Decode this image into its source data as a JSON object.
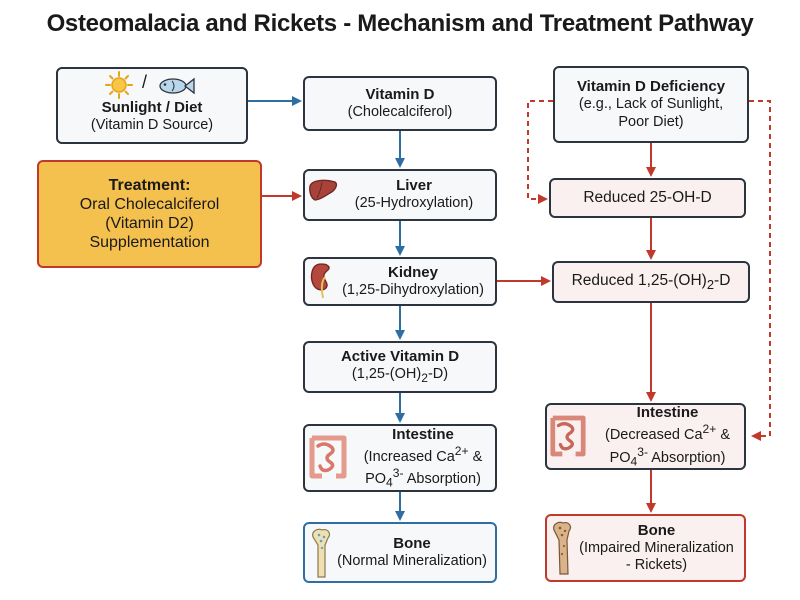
{
  "title": "Osteomalacia and Rickets - Mechanism and Treatment Pathway",
  "nodes": {
    "source": {
      "separator": "/",
      "title": "Sunlight / Diet",
      "subtitle": "(Vitamin D Source)"
    },
    "treatment": {
      "title": "Treatment:",
      "line1": "Oral Cholecalciferol",
      "line2": "(Vitamin D2)",
      "line3": "Supplementation"
    },
    "vitd": {
      "title": "Vitamin D",
      "subtitle": "(Cholecalciferol)"
    },
    "liver": {
      "title": "Liver",
      "subtitle": "(25-Hydroxylation)"
    },
    "kidney": {
      "title": "Kidney",
      "subtitle": "(1,25-Dihydroxylation)"
    },
    "active": {
      "title": "Active Vitamin D",
      "sub_pre": "(1,25-(OH)",
      "sub_sub": "2",
      "sub_post": "-D)"
    },
    "intestine_normal": {
      "title": "Intestine",
      "l1_pre": "(Increased Ca",
      "l1_sup": "2+",
      "l1_post": " &",
      "l2_pre": "PO",
      "l2_sub": "4",
      "l2_sup": "3-",
      "l2_post": " Absorption)"
    },
    "bone_normal": {
      "title": "Bone",
      "subtitle": "(Normal Mineralization)"
    },
    "deficiency": {
      "title": "Vitamin D Deficiency",
      "line1": "(e.g., Lack of Sunlight,",
      "line2": "Poor Diet)"
    },
    "reduced25": {
      "label": "Reduced 25-OH-D"
    },
    "reduced125": {
      "pre": "Reduced 1,25-(OH)",
      "sub": "2",
      "post": "-D"
    },
    "intestine_def": {
      "title": "Intestine",
      "l1_pre": "(Decreased Ca",
      "l1_sup": "2+",
      "l1_post": " &",
      "l2_pre": "PO",
      "l2_sub": "4",
      "l2_sup": "3-",
      "l2_post": " Absorption)"
    },
    "bone_def": {
      "title": "Bone",
      "line1": "(Impaired Mineralization",
      "line2": "- Rickets)"
    }
  },
  "colors": {
    "normal_arrow": "#2f6ea3",
    "deficiency_arrow": "#c0392b",
    "treatment_fill": "#f4c04e",
    "deficiency_fill": "#fbf0f0"
  },
  "icons": [
    "sun-icon",
    "fish-icon",
    "liver-icon",
    "kidney-icon",
    "intestine-icon",
    "bone-icon"
  ]
}
